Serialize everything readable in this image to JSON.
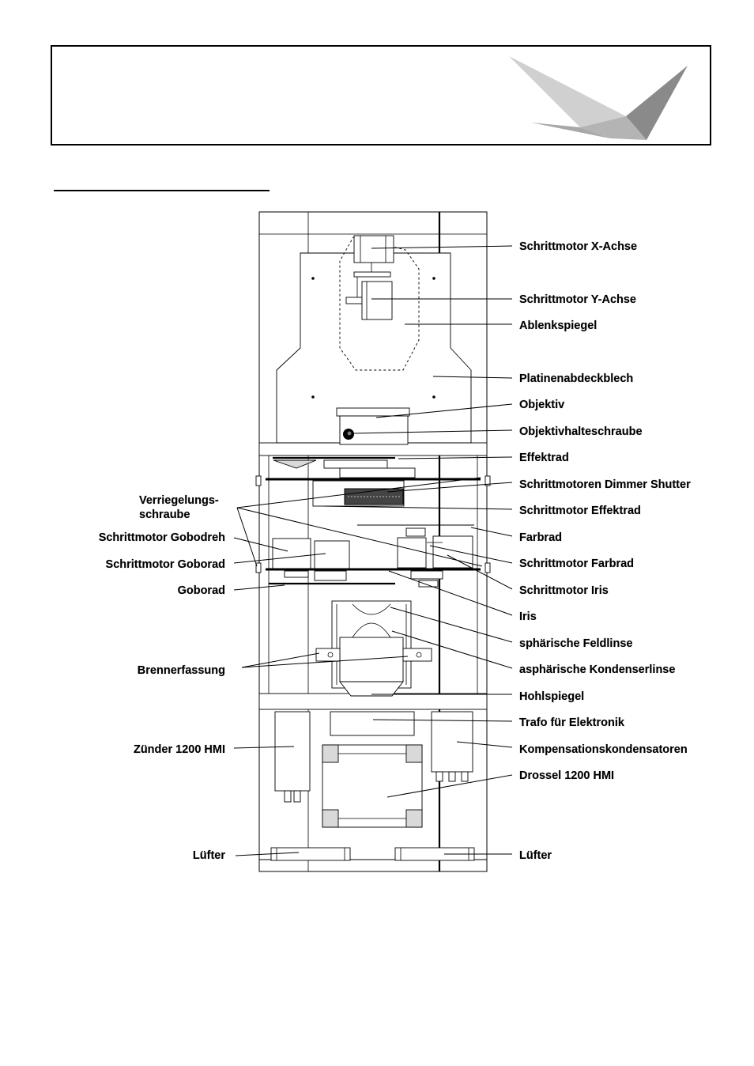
{
  "labels_right": [
    "Schrittmotor X-Achse",
    "Schrittmotor Y-Achse",
    "Ablenkspiegel",
    "Platinenabdeckblech",
    "Objektiv",
    "Objektivhalteschraube",
    "Effektrad",
    "Schrittmotoren Dimmer Shutter",
    "Schrittmotor Effektrad",
    "Farbrad",
    "Schrittmotor Farbrad",
    "Schrittmotor Iris",
    "Iris",
    "sphärische Feldlinse",
    "asphärische Kondenserlinse",
    "Hohlspiegel",
    "Trafo für Elektronik",
    "Kompensationskondensatoren",
    "Drossel 1200 HMI",
    "Lüfter"
  ],
  "labels_left": [
    "Verriegelungs-",
    "schraube",
    "Schrittmotor Gobodreh",
    "Schrittmotor Goborad",
    "Goborad",
    "Brennerfassung",
    "Zünder 1200 HMI",
    "Lüfter"
  ]
}
